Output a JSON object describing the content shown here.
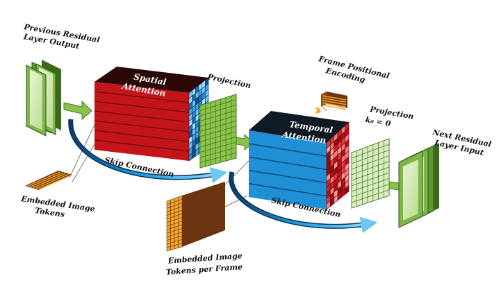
{
  "labels": {
    "prev_residual": [
      "Previous Residual",
      "Layer Output"
    ],
    "spatial_attention": [
      "Spatial",
      "Attention"
    ],
    "projection_1": "Projection",
    "frame_positional": [
      "Frame Positional",
      "Encoding"
    ],
    "temporal_attention": [
      "Temporal",
      "Attention"
    ],
    "projection_2": [
      "Projection",
      "k₀ = 0"
    ],
    "next_residual": [
      "Next Residual",
      "Layer Input"
    ],
    "skip_connection_1": "Skip Connection",
    "skip_connection_2": "Skip Connection",
    "embedded_tokens": [
      "Embedded Image",
      "Tokens"
    ],
    "embedded_tokens_frame": [
      "Embedded Image",
      "Tokens per Frame"
    ]
  },
  "colors": {
    "green_frame": "#7fb548",
    "green_dark": "#3b6a1f",
    "spatial_red": "#c4151b",
    "spatial_top": "#2a0808",
    "attn_blue_cells": "#3fa4e6",
    "temporal_blue": "#1f8fd6",
    "temporal_top": "#101a24",
    "temporal_red_cells": "#e23b3b",
    "projection_green": "#8bc34a",
    "token_orange": "#f5a623",
    "token_brown": "#6b3512",
    "skip_arrow": "#2aa7e0"
  }
}
